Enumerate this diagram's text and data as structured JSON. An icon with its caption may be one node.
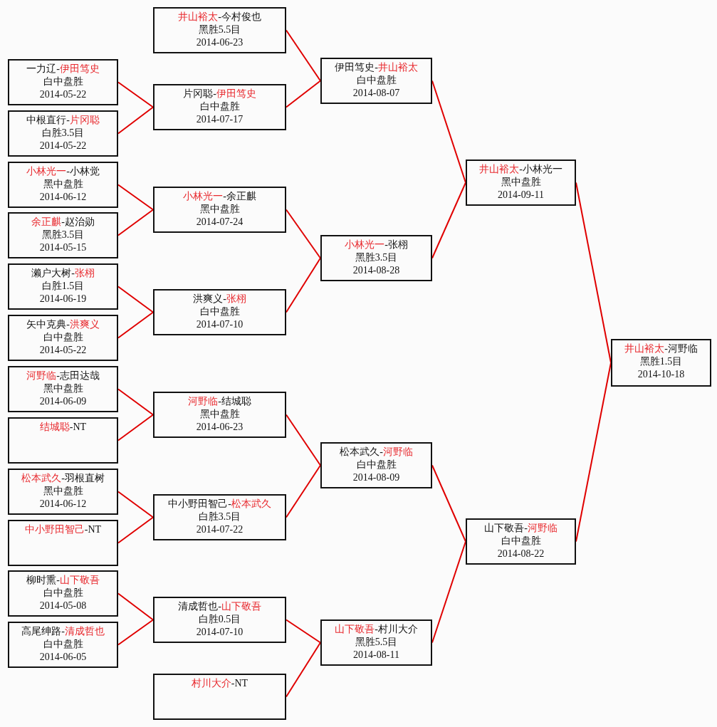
{
  "diagram": {
    "nodes": [
      {
        "text": [
          "一力辽-伊田笃史",
          "白中盘胜",
          "2014-05-22"
        ]
      },
      {
        "text": [
          "中根直行-片冈聪",
          "白胜3.5目",
          "2014-05-22"
        ]
      },
      {
        "text": [
          "小林光一-小林觉",
          "黑中盘胜",
          "2014-06-12"
        ]
      },
      {
        "text": [
          "余正麒-赵治勋",
          "黑胜3.5目",
          "2014-05-15"
        ]
      },
      {
        "text": [
          "濑户大树-张栩",
          "白胜1.5目",
          "2014-06-19"
        ]
      },
      {
        "text": [
          "矢中克典-洪爽义",
          "白中盘胜",
          "2014-05-22"
        ]
      },
      {
        "text": [
          "河野临-志田达哉",
          "黑中盘胜",
          "2014-06-09"
        ]
      },
      {
        "text": [
          "结城聪-NT"
        ]
      },
      {
        "text": [
          "松本武久-羽根直树",
          "黑中盘胜",
          "2014-06-12"
        ]
      },
      {
        "text": [
          "中小野田智己-NT"
        ]
      },
      {
        "text": [
          "柳时熏-山下敬吾",
          "白中盘胜",
          "2014-05-08"
        ]
      },
      {
        "text": [
          "高尾绅路-清成哲也",
          "白中盘胜",
          "2014-06-05"
        ]
      },
      {
        "text": [
          "井山裕太-今村俊也",
          "黑胜5.5目",
          "2014-06-23"
        ]
      },
      {
        "text": [
          "片冈聪-伊田笃史",
          "白中盘胜",
          "2014-07-17"
        ]
      },
      {
        "text": [
          "小林光一-余正麒",
          "黑中盘胜",
          "2014-07-24"
        ]
      },
      {
        "text": [
          "洪爽义-张栩",
          "白中盘胜",
          "2014-07-10"
        ]
      },
      {
        "text": [
          "河野临-结城聪",
          "黑中盘胜",
          "2014-06-23"
        ]
      },
      {
        "text": [
          "中小野田智己-松本武久",
          "白胜3.5目",
          "2014-07-22"
        ]
      },
      {
        "text": [
          "清成哲也-山下敬吾",
          "白胜0.5目",
          "2014-07-10"
        ]
      },
      {
        "text": [
          "村川大介-NT"
        ]
      },
      {
        "text": [
          "伊田笃史-井山裕太",
          "白中盘胜",
          "2014-08-07"
        ]
      },
      {
        "text": [
          "小林光一-张栩",
          "黑胜3.5目",
          "2014-08-28"
        ]
      },
      {
        "text": [
          "松本武久-河野临",
          "白中盘胜",
          "2014-08-09"
        ]
      },
      {
        "text": [
          "山下敬吾-村川大介",
          "黑胜5.5目",
          "2014-08-11"
        ]
      },
      {
        "text": [
          "井山裕太-小林光一",
          "黑中盘胜",
          "2014-09-11"
        ]
      },
      {
        "text": [
          "山下敬吾-河野临",
          "白中盘胜",
          "2014-08-22"
        ]
      },
      {
        "text": [
          "井山裕太-河野临",
          "黑胜1.5目",
          "2014-10-18"
        ]
      }
    ],
    "edges": [
      {
        "from": 0,
        "to": 13,
        "arrow": "none"
      },
      {
        "from": 1,
        "to": 13,
        "arrow": "none"
      },
      {
        "from": 2,
        "to": 14,
        "arrow": "none"
      },
      {
        "from": 3,
        "to": 14,
        "arrow": "none"
      },
      {
        "from": 4,
        "to": 15,
        "arrow": "none"
      },
      {
        "from": 5,
        "to": 15,
        "arrow": "none"
      },
      {
        "from": 6,
        "to": 16,
        "arrow": "none"
      },
      {
        "from": 7,
        "to": 16,
        "arrow": "none"
      },
      {
        "from": 8,
        "to": 17,
        "arrow": "none"
      },
      {
        "from": 9,
        "to": 17,
        "arrow": "none"
      },
      {
        "from": 10,
        "to": 18,
        "arrow": "none"
      },
      {
        "from": 11,
        "to": 18,
        "arrow": "none"
      },
      {
        "from": 12,
        "to": 20,
        "arrow": "none"
      },
      {
        "from": 13,
        "to": 20,
        "arrow": "none"
      },
      {
        "from": 14,
        "to": 21,
        "arrow": "none"
      },
      {
        "from": 15,
        "to": 21,
        "arrow": "none"
      },
      {
        "from": 16,
        "to": 22,
        "arrow": "none"
      },
      {
        "from": 17,
        "to": 22,
        "arrow": "none"
      },
      {
        "from": 18,
        "to": 23,
        "arrow": "none"
      },
      {
        "from": 19,
        "to": 23,
        "arrow": "none"
      },
      {
        "from": 20,
        "to": 24,
        "arrow": "none"
      },
      {
        "from": 21,
        "to": 24,
        "arrow": "none"
      },
      {
        "from": 22,
        "to": 25,
        "arrow": "none"
      },
      {
        "from": 23,
        "to": 25,
        "arrow": "none"
      },
      {
        "from": 24,
        "to": 26,
        "arrow": "none"
      },
      {
        "from": 25,
        "to": 26,
        "arrow": "none"
      }
    ]
  }
}
